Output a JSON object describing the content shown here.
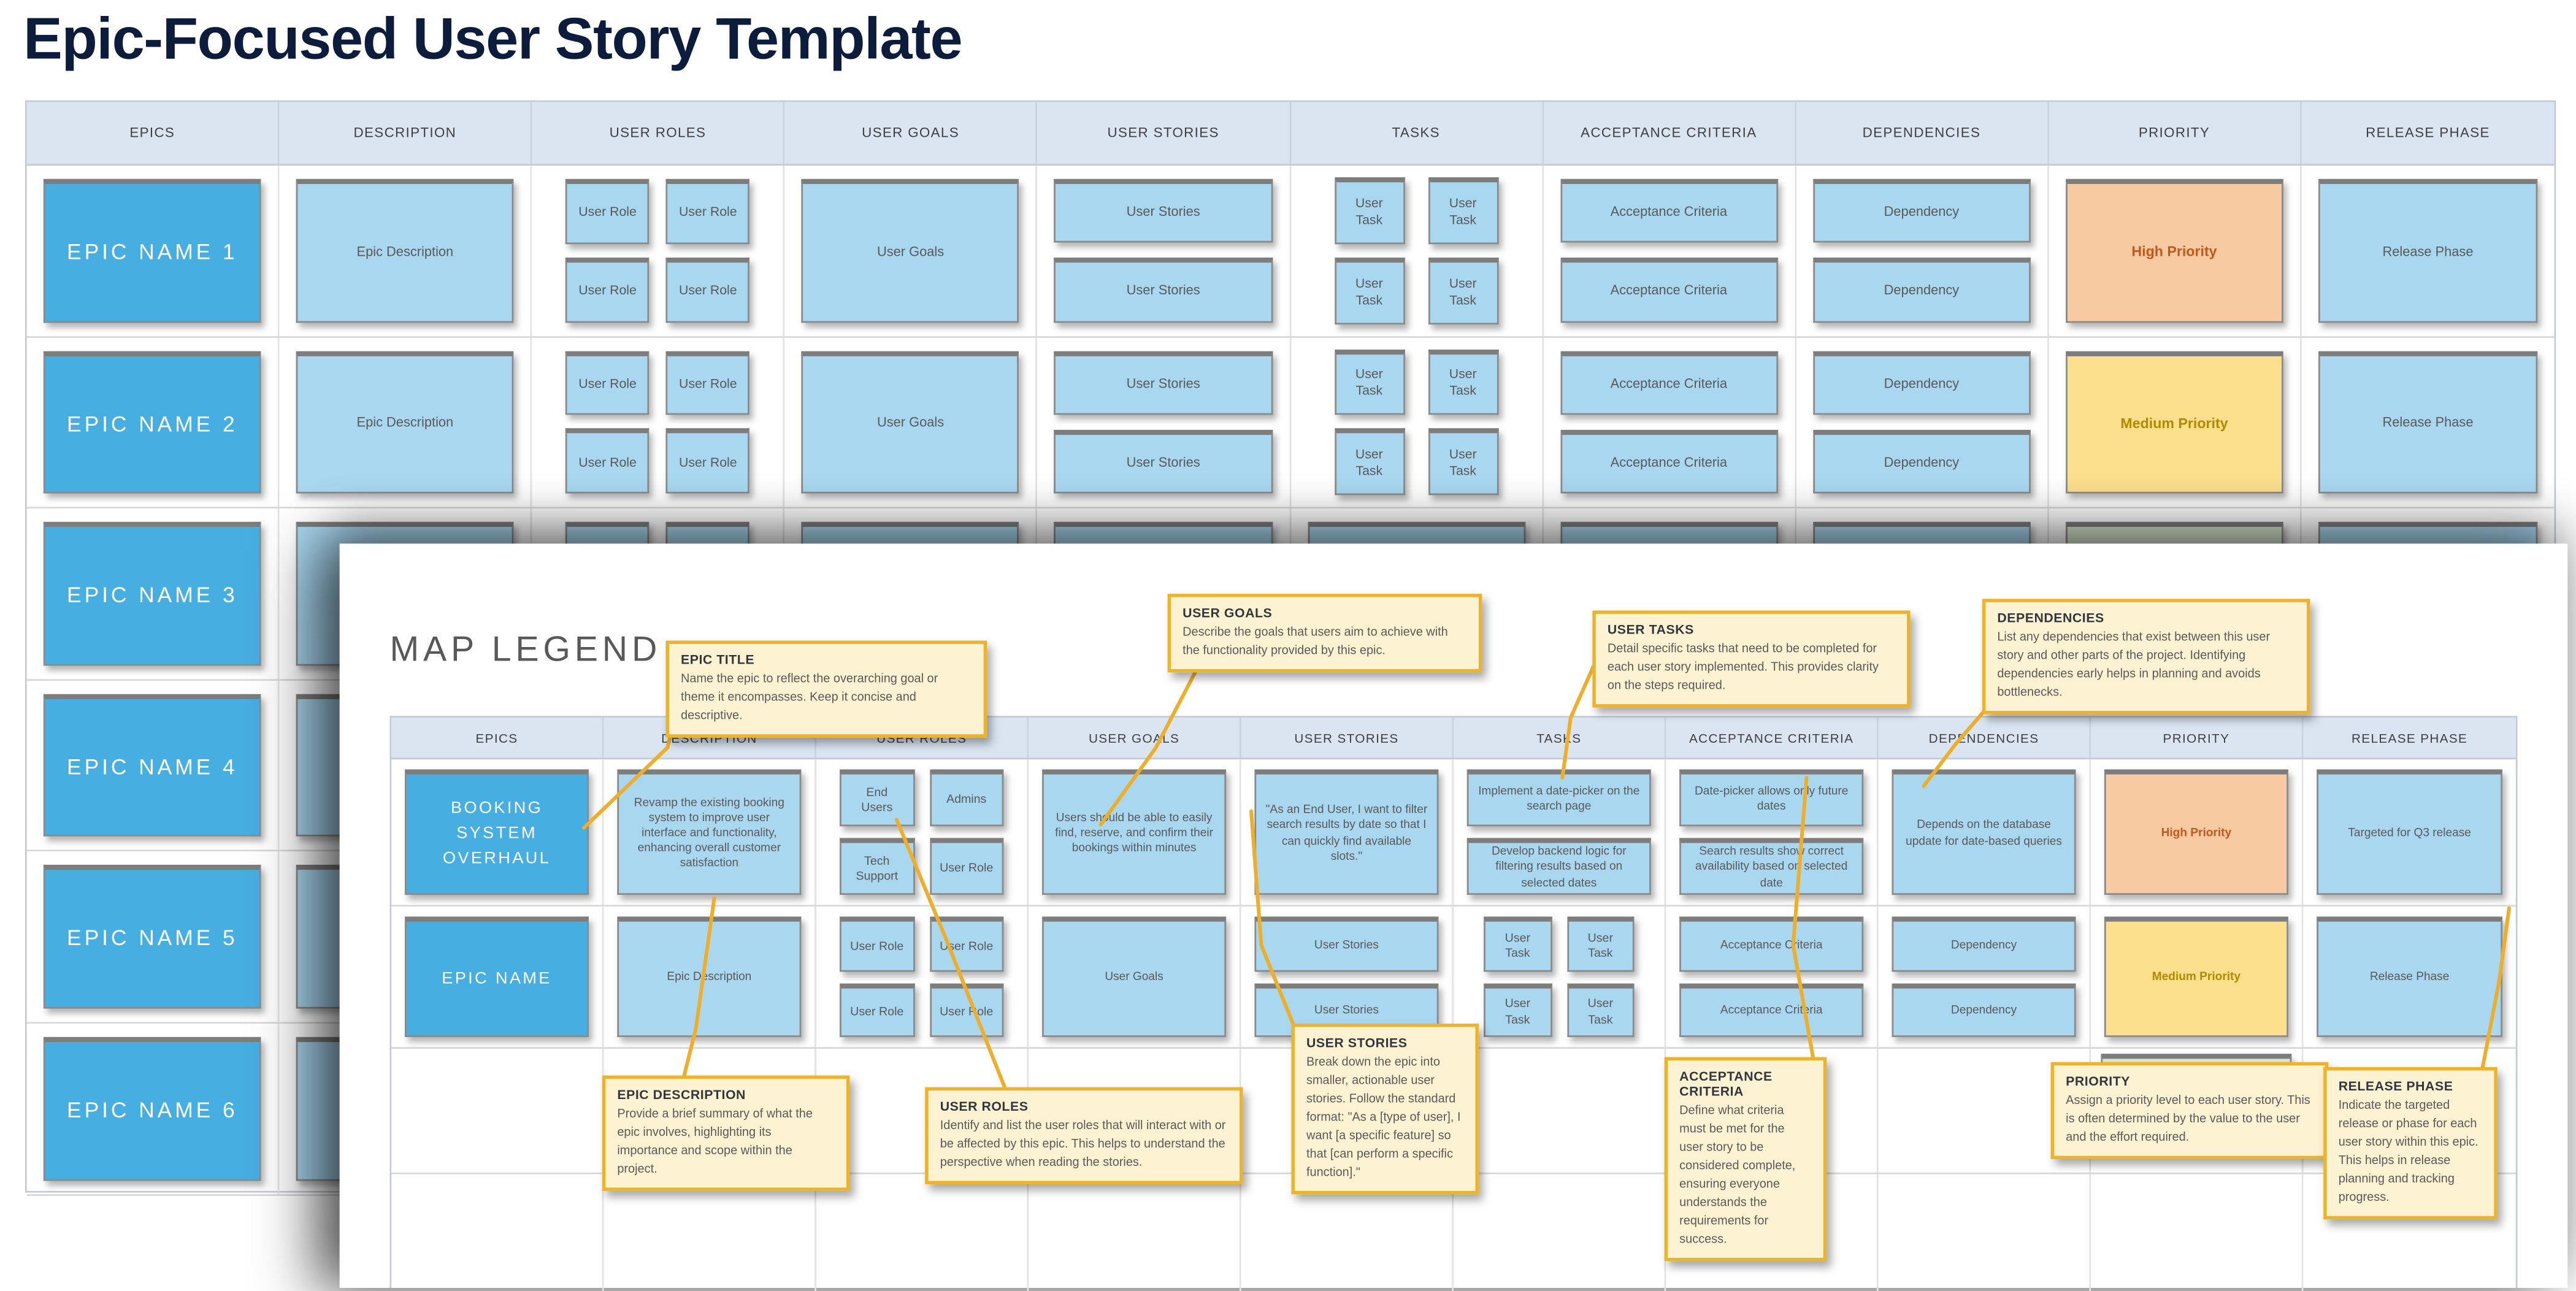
{
  "page": {
    "title": "Epic-Focused User Story Template"
  },
  "columns": [
    "EPICS",
    "DESCRIPTION",
    "USER ROLES",
    "USER GOALS",
    "USER STORIES",
    "TASKS",
    "ACCEPTANCE CRITERIA",
    "DEPENDENCIES",
    "PRIORITY",
    "RELEASE PHASE"
  ],
  "colors": {
    "title_navy": "#0C1C3C",
    "header_blue": "#DBE5F1",
    "epic_blue": "#47AEE2",
    "card_blue": "#A9D7F0",
    "high_priority": "#F7CAA2",
    "high_priority_text": "#C0591B",
    "medium_priority": "#FBDF8D",
    "medium_priority_text": "#B08A00",
    "low_priority": "#D9E7CF",
    "annotation_bg": "#FDF3D2",
    "annotation_border": "#EDB32A"
  },
  "bg_table": {
    "rows": [
      {
        "epic": "EPIC NAME 1",
        "description": "Epic Description",
        "roles": [
          "User Role",
          "User Role",
          "User Role",
          "User Role"
        ],
        "goals": "User Goals",
        "stories": [
          "User Stories",
          "User Stories"
        ],
        "tasks": [
          "User Task",
          "User Task",
          "User Task",
          "User Task"
        ],
        "criteria": [
          "Acceptance Criteria",
          "Acceptance Criteria"
        ],
        "dependencies": [
          "Dependency",
          "Dependency"
        ],
        "priority": {
          "label": "High Priority",
          "level": "high"
        },
        "release": "Release Phase"
      },
      {
        "epic": "EPIC NAME 2",
        "description": "Epic Description",
        "roles": [
          "User Role",
          "User Role",
          "User Role",
          "User Role"
        ],
        "goals": "User Goals",
        "stories": [
          "User Stories",
          "User Stories"
        ],
        "tasks": [
          "User Task",
          "User Task",
          "User Task",
          "User Task"
        ],
        "criteria": [
          "Acceptance Criteria",
          "Acceptance Criteria"
        ],
        "dependencies": [
          "Dependency",
          "Dependency"
        ],
        "priority": {
          "label": "Medium Priority",
          "level": "medium"
        },
        "release": "Release Phase"
      },
      {
        "epic": "EPIC NAME 3",
        "description": "",
        "roles": [
          "",
          ""
        ],
        "goals": "",
        "stories": [
          ""
        ],
        "tasks": [
          "",
          ""
        ],
        "criteria": [
          ""
        ],
        "dependencies": [
          ""
        ],
        "priority": {
          "label": "",
          "level": "low"
        },
        "release": ""
      },
      {
        "epic": "EPIC NAME 4",
        "description": ""
      },
      {
        "epic": "EPIC NAME 5",
        "description": ""
      },
      {
        "epic": "EPIC NAME 6",
        "description": ""
      }
    ]
  },
  "legend": {
    "heading": "MAP LEGEND",
    "columns": [
      "EPICS",
      "DESCRIPTION",
      "USER ROLES",
      "USER GOALS",
      "USER STORIES",
      "TASKS",
      "ACCEPTANCE CRITERIA",
      "DEPENDENCIES",
      "PRIORITY",
      "RELEASE PHASE"
    ],
    "rows": [
      {
        "epic": "BOOKING SYSTEM OVERHAUL",
        "description": "Revamp the existing booking system to improve user interface and functionality, enhancing overall customer satisfaction",
        "roles": [
          "End Users",
          "Admins",
          "Tech Support",
          "User Role"
        ],
        "goals": "Users should be able to easily find, reserve, and confirm their bookings within minutes",
        "stories": [
          "\"As an End User, I want to filter search results by date so that I can quickly find available slots.\""
        ],
        "tasks": [
          "Implement a date-picker on the search page",
          "Develop backend logic for filtering results based on selected dates"
        ],
        "criteria": [
          "Date-picker allows only future dates",
          "Search results show correct availability based on selected date"
        ],
        "dependencies": [
          "Depends on the database update for date-based queries"
        ],
        "priority": {
          "label": "High Priority",
          "level": "high"
        },
        "release": "Targeted for Q3 release"
      },
      {
        "epic": "EPIC NAME",
        "description": "Epic Description",
        "roles": [
          "User Role",
          "User Role",
          "User Role",
          "User Role"
        ],
        "goals": "User Goals",
        "stories": [
          "User Stories",
          "User Stories"
        ],
        "tasks": [
          "User Task",
          "User Task",
          "User Task",
          "User Task"
        ],
        "criteria": [
          "Acceptance Criteria",
          "Acceptance Criteria"
        ],
        "dependencies": [
          "Dependency",
          "Dependency"
        ],
        "priority": {
          "label": "Medium Priority",
          "level": "medium"
        },
        "release": "Release Phase"
      },
      {
        "priority": {
          "label": "",
          "level": "low"
        }
      },
      {}
    ],
    "annotations": [
      {
        "id": "epic-title",
        "title": "EPIC TITLE",
        "body": "Name the epic to reflect the overarching goal or theme it encompasses. Keep it concise and descriptive."
      },
      {
        "id": "user-goals",
        "title": "USER GOALS",
        "body": "Describe the goals that users aim to achieve with the functionality provided by this epic."
      },
      {
        "id": "user-tasks",
        "title": "USER TASKS",
        "body": "Detail specific tasks that need to be completed for each user story implemented. This provides clarity on the steps required."
      },
      {
        "id": "dependencies",
        "title": "DEPENDENCIES",
        "body": "List any dependencies that exist between this user story and other parts of the project. Identifying dependencies early helps in planning and avoids bottlenecks."
      },
      {
        "id": "epic-description",
        "title": "EPIC DESCRIPTION",
        "body": "Provide a brief summary of what the epic involves, highlighting its importance and scope within the project."
      },
      {
        "id": "user-roles",
        "title": "USER ROLES",
        "body": "Identify and list the user roles that will interact with or be affected by this epic. This helps to understand the perspective when reading the stories."
      },
      {
        "id": "user-stories",
        "title": "USER STORIES",
        "body": "Break down the epic into smaller, actionable user stories. Follow the standard format: \"As a [type of user], I want [a specific feature] so that [can perform a specific function].\""
      },
      {
        "id": "acceptance-criteria",
        "title": "ACCEPTANCE CRITERIA",
        "body": "Define what criteria must be met for the user story to be considered complete, ensuring everyone understands the requirements for success."
      },
      {
        "id": "priority",
        "title": "PRIORITY",
        "body": "Assign a priority level to each user story. This is often determined by the value to the user and the effort required."
      },
      {
        "id": "release-phase",
        "title": "RELEASE PHASE",
        "body": "Indicate the targeted release or phase for each user story within this epic. This helps in release planning and tracking progress."
      }
    ]
  }
}
